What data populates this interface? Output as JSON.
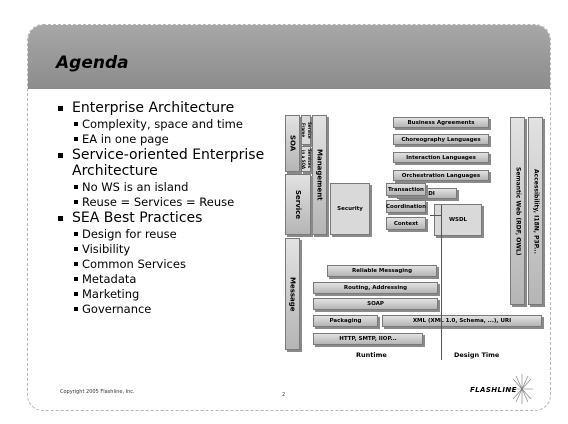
{
  "title": "Agenda",
  "bullets": [
    {
      "text": "Enterprise Architecture",
      "sub": [
        "Complexity, space and time",
        "EA in one page"
      ]
    },
    {
      "text": "Service-oriented Enterprise Architecture",
      "sub": [
        "No WS is an island",
        "Reuse = Services = Reuse"
      ]
    },
    {
      "text": "SEA Best Practices",
      "sub": [
        "Design for reuse",
        "Visibility",
        "Common Services",
        "Metadata",
        "Marketing",
        "Governance"
      ]
    }
  ],
  "diagram": {
    "soa": "SOA",
    "service_frame": "Service Frame",
    "services_in_soa": "Services in a SOA",
    "management": "Management",
    "service": "Service",
    "security": "Security",
    "message": "Message",
    "business_agreements": "Business Agreements",
    "choreography": "Choreography Languages",
    "interaction": "Interaction Languages",
    "orchestration": "Orchestration Languages",
    "uddi": "UDDI",
    "transaction": "Transaction",
    "coordination": "Coordination",
    "context": "Context",
    "wsdl": "WSDL",
    "reliable_messaging": "Reliable Messaging",
    "routing": "Routing, Addressing",
    "soap": "SOAP",
    "packaging": "Packaging",
    "xml": "XML (XML 1.0, Schema, ...), URI",
    "http": "HTTP, SMTP, IIOP...",
    "semantic_web": "Semantic Web (RDF, OWL)",
    "accessibility": "Accessibility, I18N, P3P...",
    "runtime": "Runtime",
    "design_time": "Design Time"
  },
  "footer": {
    "copyright": "Copyright 2005 Flashline, Inc.",
    "page": "2",
    "logo": "FLASHLINE"
  }
}
